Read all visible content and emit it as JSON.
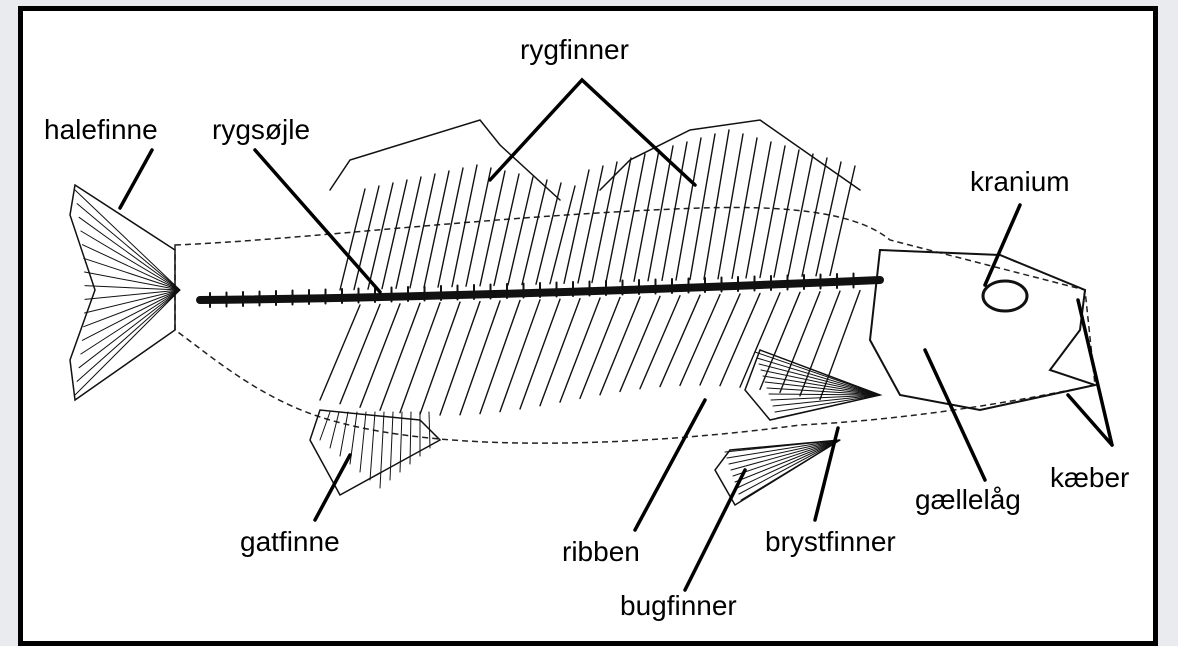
{
  "labels": {
    "rygfinner": "rygfinner",
    "halefinne": "halefinne",
    "rygsojle": "rygsøjle",
    "kranium": "kranium",
    "gatfinne": "gatfinne",
    "ribben": "ribben",
    "bugfinner": "bugfinner",
    "brystfinner": "brystfinner",
    "gaellelaag": "gællelåg",
    "kaeber": "kæber"
  },
  "colors": {
    "background": "#e9ebee",
    "frame": "#000000",
    "drawing": "#111111"
  }
}
